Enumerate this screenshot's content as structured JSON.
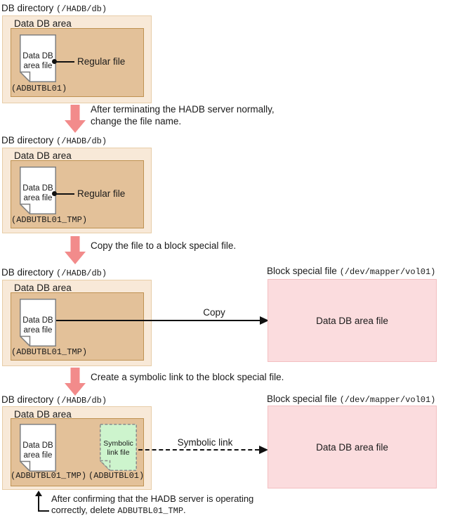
{
  "colors": {
    "outer_box_fill": "#f8e9d8",
    "outer_box_border": "#e7cda8",
    "inner_box_fill": "#e3c199",
    "inner_box_border": "#bf9252",
    "file_fill": "#ffffff",
    "file_border": "#7f7f7f",
    "symlink_fill": "#cdf4cd",
    "symlink_border": "#8a8a8a",
    "block_fill": "#fbdcde",
    "block_border": "#f3bfc1",
    "step_arrow": "#f28b8b",
    "line": "#111111",
    "text": "#1a1a1a"
  },
  "stages": [
    {
      "dir_label": "DB directory",
      "dir_path": "(/HADB/db)",
      "area_label": "Data DB area",
      "file_text_1": "Data DB",
      "file_text_2": "area file",
      "file_name": "(ADBUTBL01)",
      "callout": "Regular file"
    },
    {
      "dir_label": "DB directory",
      "dir_path": "(/HADB/db)",
      "area_label": "Data DB area",
      "file_text_1": "Data DB",
      "file_text_2": "area file",
      "file_name": "(ADBUTBL01_TMP)",
      "callout": "Regular file"
    },
    {
      "dir_label": "DB directory",
      "dir_path": "(/HADB/db)",
      "area_label": "Data DB area",
      "file_text_1": "Data DB",
      "file_text_2": "area file",
      "file_name": "(ADBUTBL01_TMP)",
      "copy_arrow_label": "Copy",
      "block": {
        "label": "Block special file",
        "path": "(/dev/mapper/vol01)",
        "content": "Data DB area file"
      }
    },
    {
      "dir_label": "DB directory",
      "dir_path": "(/HADB/db)",
      "area_label": "Data DB area",
      "file_text_1": "Data DB",
      "file_text_2": "area file",
      "file_name": "(ADBUTBL01_TMP)",
      "symlink_file_text_1": "Symbolic",
      "symlink_file_text_2": "link file",
      "symlink_file_name": "(ADBUTBL01)",
      "symlink_arrow_label": "Symbolic link",
      "block": {
        "label": "Block special file",
        "path": "(/dev/mapper/vol01)",
        "content": "Data DB area file"
      }
    }
  ],
  "steps": [
    {
      "line1": "After terminating the HADB server normally,",
      "line2": "change the file name."
    },
    {
      "line1": "Copy the file to a block special file."
    },
    {
      "line1": "Create a symbolic link to the block special file."
    }
  ],
  "footnote": {
    "line1": "After confirming that the HADB server is operating",
    "line2_prefix": "correctly, delete ",
    "line2_code": "ADBUTBL01_TMP",
    "line2_suffix": "."
  }
}
